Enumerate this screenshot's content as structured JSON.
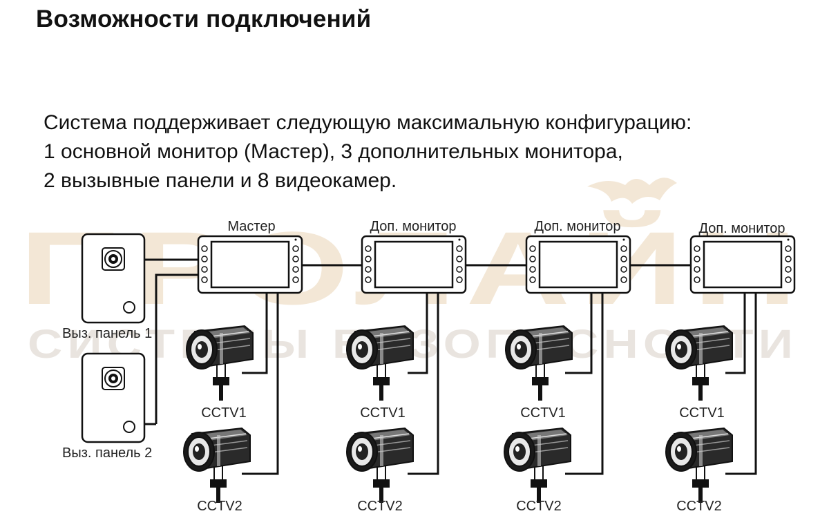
{
  "title": "Возможности подключений",
  "description": {
    "line1": "Система поддерживает следующую максимальную конфигурацию:",
    "line2": "1 основной монитор (Мастер), 3 дополнительных монитора,",
    "line3": "2 вызывные панели и 8 видеокамер."
  },
  "watermark": {
    "main": "ПРОЛАЙН",
    "sub": "СИСТЕМЫ БЕЗОПАСНОСТИ",
    "logo_icon": "bat-icon"
  },
  "monitors": [
    {
      "label": "Мастер"
    },
    {
      "label": "Доп. монитор"
    },
    {
      "label": "Доп. монитор"
    },
    {
      "label": "Доп. монитор"
    }
  ],
  "panels": [
    {
      "label": "Выз. панель 1"
    },
    {
      "label": "Выз. панель 2"
    }
  ],
  "cameras": {
    "top_label": "CCTV1",
    "bottom_label": "CCTV2"
  },
  "colors": {
    "watermark": "#f3e7d6",
    "watermark_sub": "#e9e4df",
    "line": "#111111"
  }
}
